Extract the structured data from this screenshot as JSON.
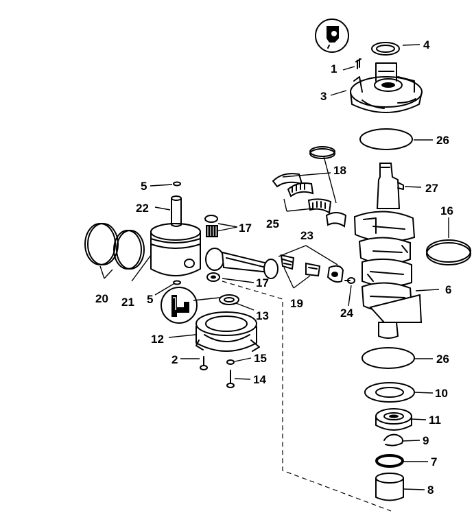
{
  "colors": {
    "ink": "#000000",
    "paper": "#ffffff"
  },
  "callouts": [
    {
      "id": "1",
      "text": "1"
    },
    {
      "id": "2",
      "text": "2"
    },
    {
      "id": "3",
      "text": "3"
    },
    {
      "id": "4",
      "text": "4"
    },
    {
      "id": "5a",
      "text": "5"
    },
    {
      "id": "5b",
      "text": "5"
    },
    {
      "id": "6",
      "text": "6"
    },
    {
      "id": "7",
      "text": "7"
    },
    {
      "id": "8",
      "text": "8"
    },
    {
      "id": "9",
      "text": "9"
    },
    {
      "id": "10",
      "text": "10"
    },
    {
      "id": "11",
      "text": "11"
    },
    {
      "id": "12",
      "text": "12"
    },
    {
      "id": "13",
      "text": "13"
    },
    {
      "id": "14",
      "text": "14"
    },
    {
      "id": "15",
      "text": "15"
    },
    {
      "id": "16",
      "text": "16"
    },
    {
      "id": "17a",
      "text": "17"
    },
    {
      "id": "17b",
      "text": "17"
    },
    {
      "id": "18",
      "text": "18"
    },
    {
      "id": "19",
      "text": "19"
    },
    {
      "id": "20",
      "text": "20"
    },
    {
      "id": "21",
      "text": "21"
    },
    {
      "id": "22",
      "text": "22"
    },
    {
      "id": "23",
      "text": "23"
    },
    {
      "id": "24",
      "text": "24"
    },
    {
      "id": "25",
      "text": "25"
    },
    {
      "id": "26a",
      "text": "26"
    },
    {
      "id": "26b",
      "text": "26"
    },
    {
      "id": "27",
      "text": "27"
    }
  ],
  "icons": [
    "seal-lube-icon",
    "grease-lube-icon"
  ]
}
